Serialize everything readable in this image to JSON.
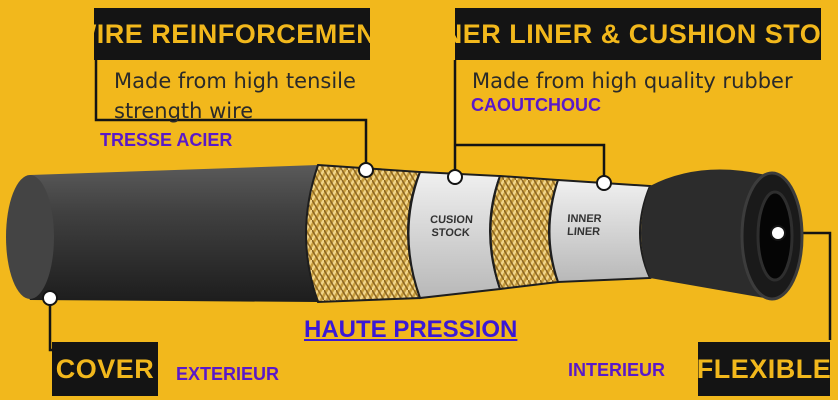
{
  "labels": {
    "wire": "WIRE REINFORCEMENT",
    "inner": "INNER LINER & CUSHION STOCK",
    "cover": "COVER",
    "flexible": "FLEXIBLE"
  },
  "descriptions": {
    "wire_line1": "Made from high tensile",
    "wire_line2": "strength wire",
    "inner": "Made from high quality rubber"
  },
  "french": {
    "tresse": "TRESSE ACIER",
    "caoutchouc": "CAOUTCHOUC",
    "exterieur": "EXTERIEUR",
    "interieur": "INTERIEUR"
  },
  "title": "HAUTE PRESSION",
  "layer_text": {
    "cusion_1": "CUSION",
    "cusion_2": "STOCK",
    "liner_1": "INNER",
    "liner_2": "LINER"
  },
  "colors": {
    "background": "#f2b81c",
    "box": "#141414",
    "box_text": "#f2b81c",
    "french_text": "#5a19c9",
    "title_text": "#3b18d6"
  }
}
